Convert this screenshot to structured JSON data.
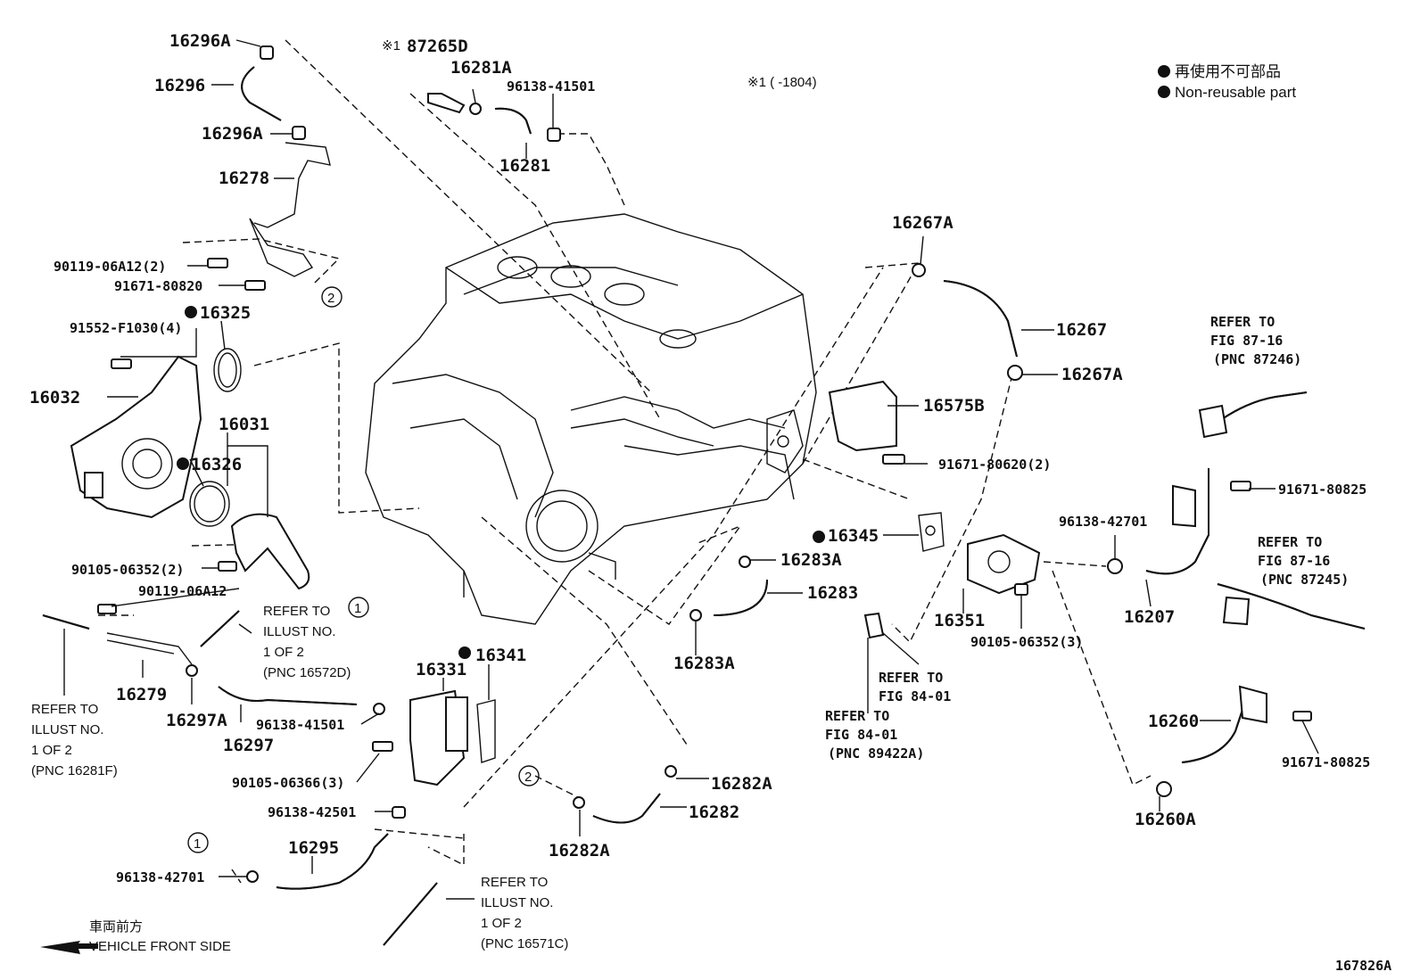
{
  "diagram_id": "167826A",
  "legend": {
    "jp": "再使用不可部品",
    "en": "Non-reusable part"
  },
  "footnote_1": "※1 (     -1804)",
  "direction": {
    "jp": "車両前方",
    "en": "VEHICLE FRONT SIDE"
  },
  "parts": {
    "p16296A_top": "16296A",
    "p16296": "16296",
    "p16296A_mid": "16296A",
    "p16278": "16278",
    "p90119_06A12_2": "90119-06A12(2)",
    "p91671_80820": "91671-80820",
    "p16325": "16325",
    "p91552": "91552-F1030(4)",
    "p16032": "16032",
    "p16031": "16031",
    "p16326": "16326",
    "p90105_06352_2": "90105-06352(2)",
    "p90119_06A12": "90119-06A12",
    "p16279": "16279",
    "p16297A": "16297A",
    "p16297": "16297",
    "p96138_41501_low": "96138-41501",
    "p90105_06366_3": "90105-06366(3)",
    "p96138_42501": "96138-42501",
    "p16295": "16295",
    "p96138_42701_low": "96138-42701",
    "p16331": "16331",
    "p16341": "16341",
    "p87265D": "87265D",
    "p87265D_mark": "※1",
    "p16281A": "16281A",
    "p96138_41501_top": "96138-41501",
    "p16281": "16281",
    "p16267A_top": "16267A",
    "p16267": "16267",
    "p16267A_low": "16267A",
    "p16575B": "16575B",
    "p91671_80620_2": "91671-80620(2)",
    "p16345": "16345",
    "p16283A_top": "16283A",
    "p16283": "16283",
    "p16283A_low": "16283A",
    "p16351": "16351",
    "p90105_06352_3": "90105-06352(3)",
    "p96138_42701_right": "96138-42701",
    "p91671_80825_top": "91671-80825",
    "p16207": "16207",
    "p16260": "16260",
    "p91671_80825_low": "91671-80825",
    "p16260A": "16260A",
    "p16282A_top": "16282A",
    "p16282": "16282",
    "p16282A_low": "16282A"
  },
  "refs": {
    "r_16572D": [
      "REFER TO",
      "ILLUST NO.",
      "1 OF 2",
      "(PNC 16572D)"
    ],
    "r_16281F": [
      "REFER TO",
      "ILLUST NO.",
      "1 OF 2",
      "(PNC 16281F)"
    ],
    "r_16571C": [
      "REFER TO",
      "ILLUST NO.",
      "1 OF 2",
      "(PNC 16571C)"
    ],
    "r_87246": [
      "REFER TO",
      "FIG 87-16",
      "(PNC 87246)"
    ],
    "r_87245": [
      "REFER TO",
      "FIG 87-16",
      "(PNC 87245)"
    ],
    "r_84_01_a": [
      "REFER TO",
      "FIG 84-01"
    ],
    "r_84_01_b": [
      "REFER TO",
      "FIG 84-01",
      "(PNC 89422A)"
    ]
  },
  "callouts": {
    "one": "1",
    "two": "2"
  }
}
